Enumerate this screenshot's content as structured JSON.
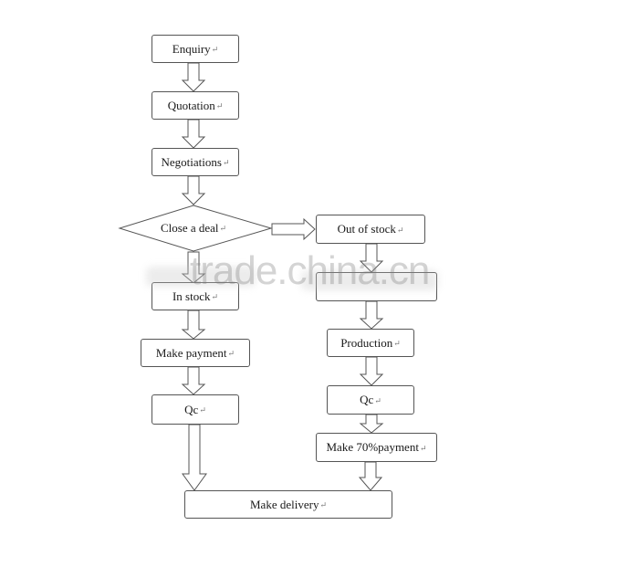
{
  "flowchart": {
    "enquiry": "Enquiry",
    "quotation": "Quotation",
    "negotiations": "Negotiations",
    "close_deal": "Close a deal",
    "out_of_stock": "Out of stock",
    "in_stock": "In stock",
    "make_payment": "Make payment",
    "production": "Production",
    "qc_left": "Qc",
    "qc_right": "Qc",
    "make_70_payment": "Make 70%payment",
    "make_delivery": "Make delivery",
    "paragraph_mark": "↵"
  },
  "watermark": "trade.china.cn",
  "colors": {
    "border": "#555555",
    "text": "#1a1a1a"
  }
}
